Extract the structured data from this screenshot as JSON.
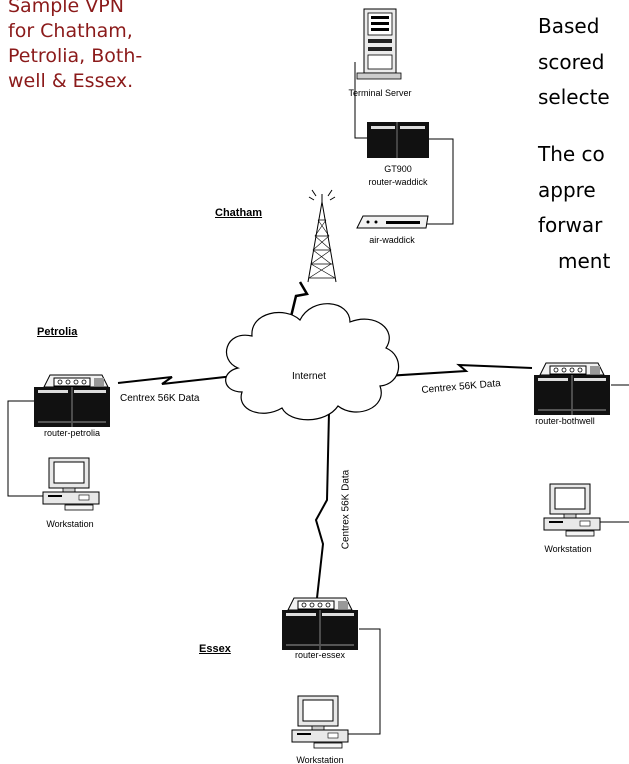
{
  "caption": {
    "lines": [
      "Sample VPN",
      "for Chatham,",
      "Petrolia, Both-",
      "well &  Essex."
    ]
  },
  "body_text": {
    "lines": [
      "Based",
      "scored",
      "selecte",
      "The co",
      "appre",
      "forwar",
      "ment"
    ]
  },
  "sites": {
    "chatham": "Chatham",
    "petrolia": "Petrolia",
    "essex": "Essex"
  },
  "devices": {
    "terminal_server": "Terminal Server",
    "gt900": "GT900",
    "router_waddick": "router-waddick",
    "air_waddick": "air-waddick",
    "router_petrolia": "router-petrolia",
    "router_bothwell": "router-bothwell",
    "router_essex": "router-essex",
    "workstation_petrolia": "Workstation",
    "workstation_bothwell": "Workstation",
    "workstation_essex": "Workstation"
  },
  "network": {
    "cloud": "Internet"
  },
  "links": {
    "petrolia": "Centrex 56K Data",
    "bothwell": "Centrex 56K Data",
    "essex": "Centrex 56K Data"
  },
  "colors": {
    "caption": "#8b1a1a",
    "line": "#000000",
    "device_fill": "#e6e6e6",
    "device_dark": "#111111"
  }
}
